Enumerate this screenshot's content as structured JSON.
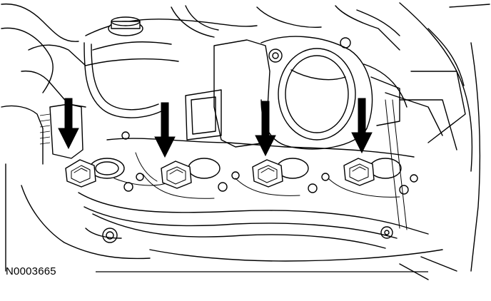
{
  "figure": {
    "id_label": "N0003665"
  },
  "callouts": {
    "count": 4,
    "target": "ignition-coil"
  },
  "colors": {
    "line": "#000000",
    "background": "#ffffff"
  }
}
